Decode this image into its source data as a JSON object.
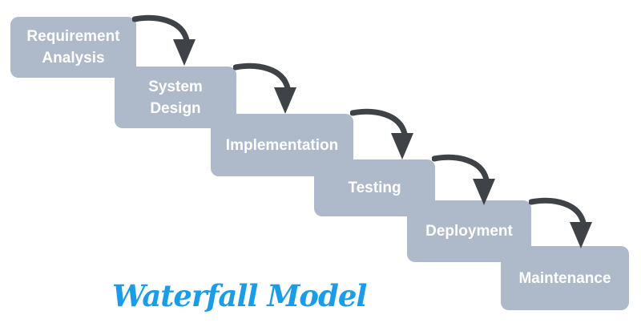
{
  "title": "Waterfall Model",
  "stages": [
    {
      "label": "Requirement Analysis"
    },
    {
      "label": "System Design"
    },
    {
      "label": "Implementation"
    },
    {
      "label": "Testing"
    },
    {
      "label": "Deployment"
    },
    {
      "label": "Maintenance"
    }
  ],
  "theme": {
    "box-fill": "#aeb9ca",
    "box-text": "#ffffff",
    "arrow-color": "#3f4246",
    "title-color": "#1b9ce8",
    "page-bg": "#ffffff"
  }
}
